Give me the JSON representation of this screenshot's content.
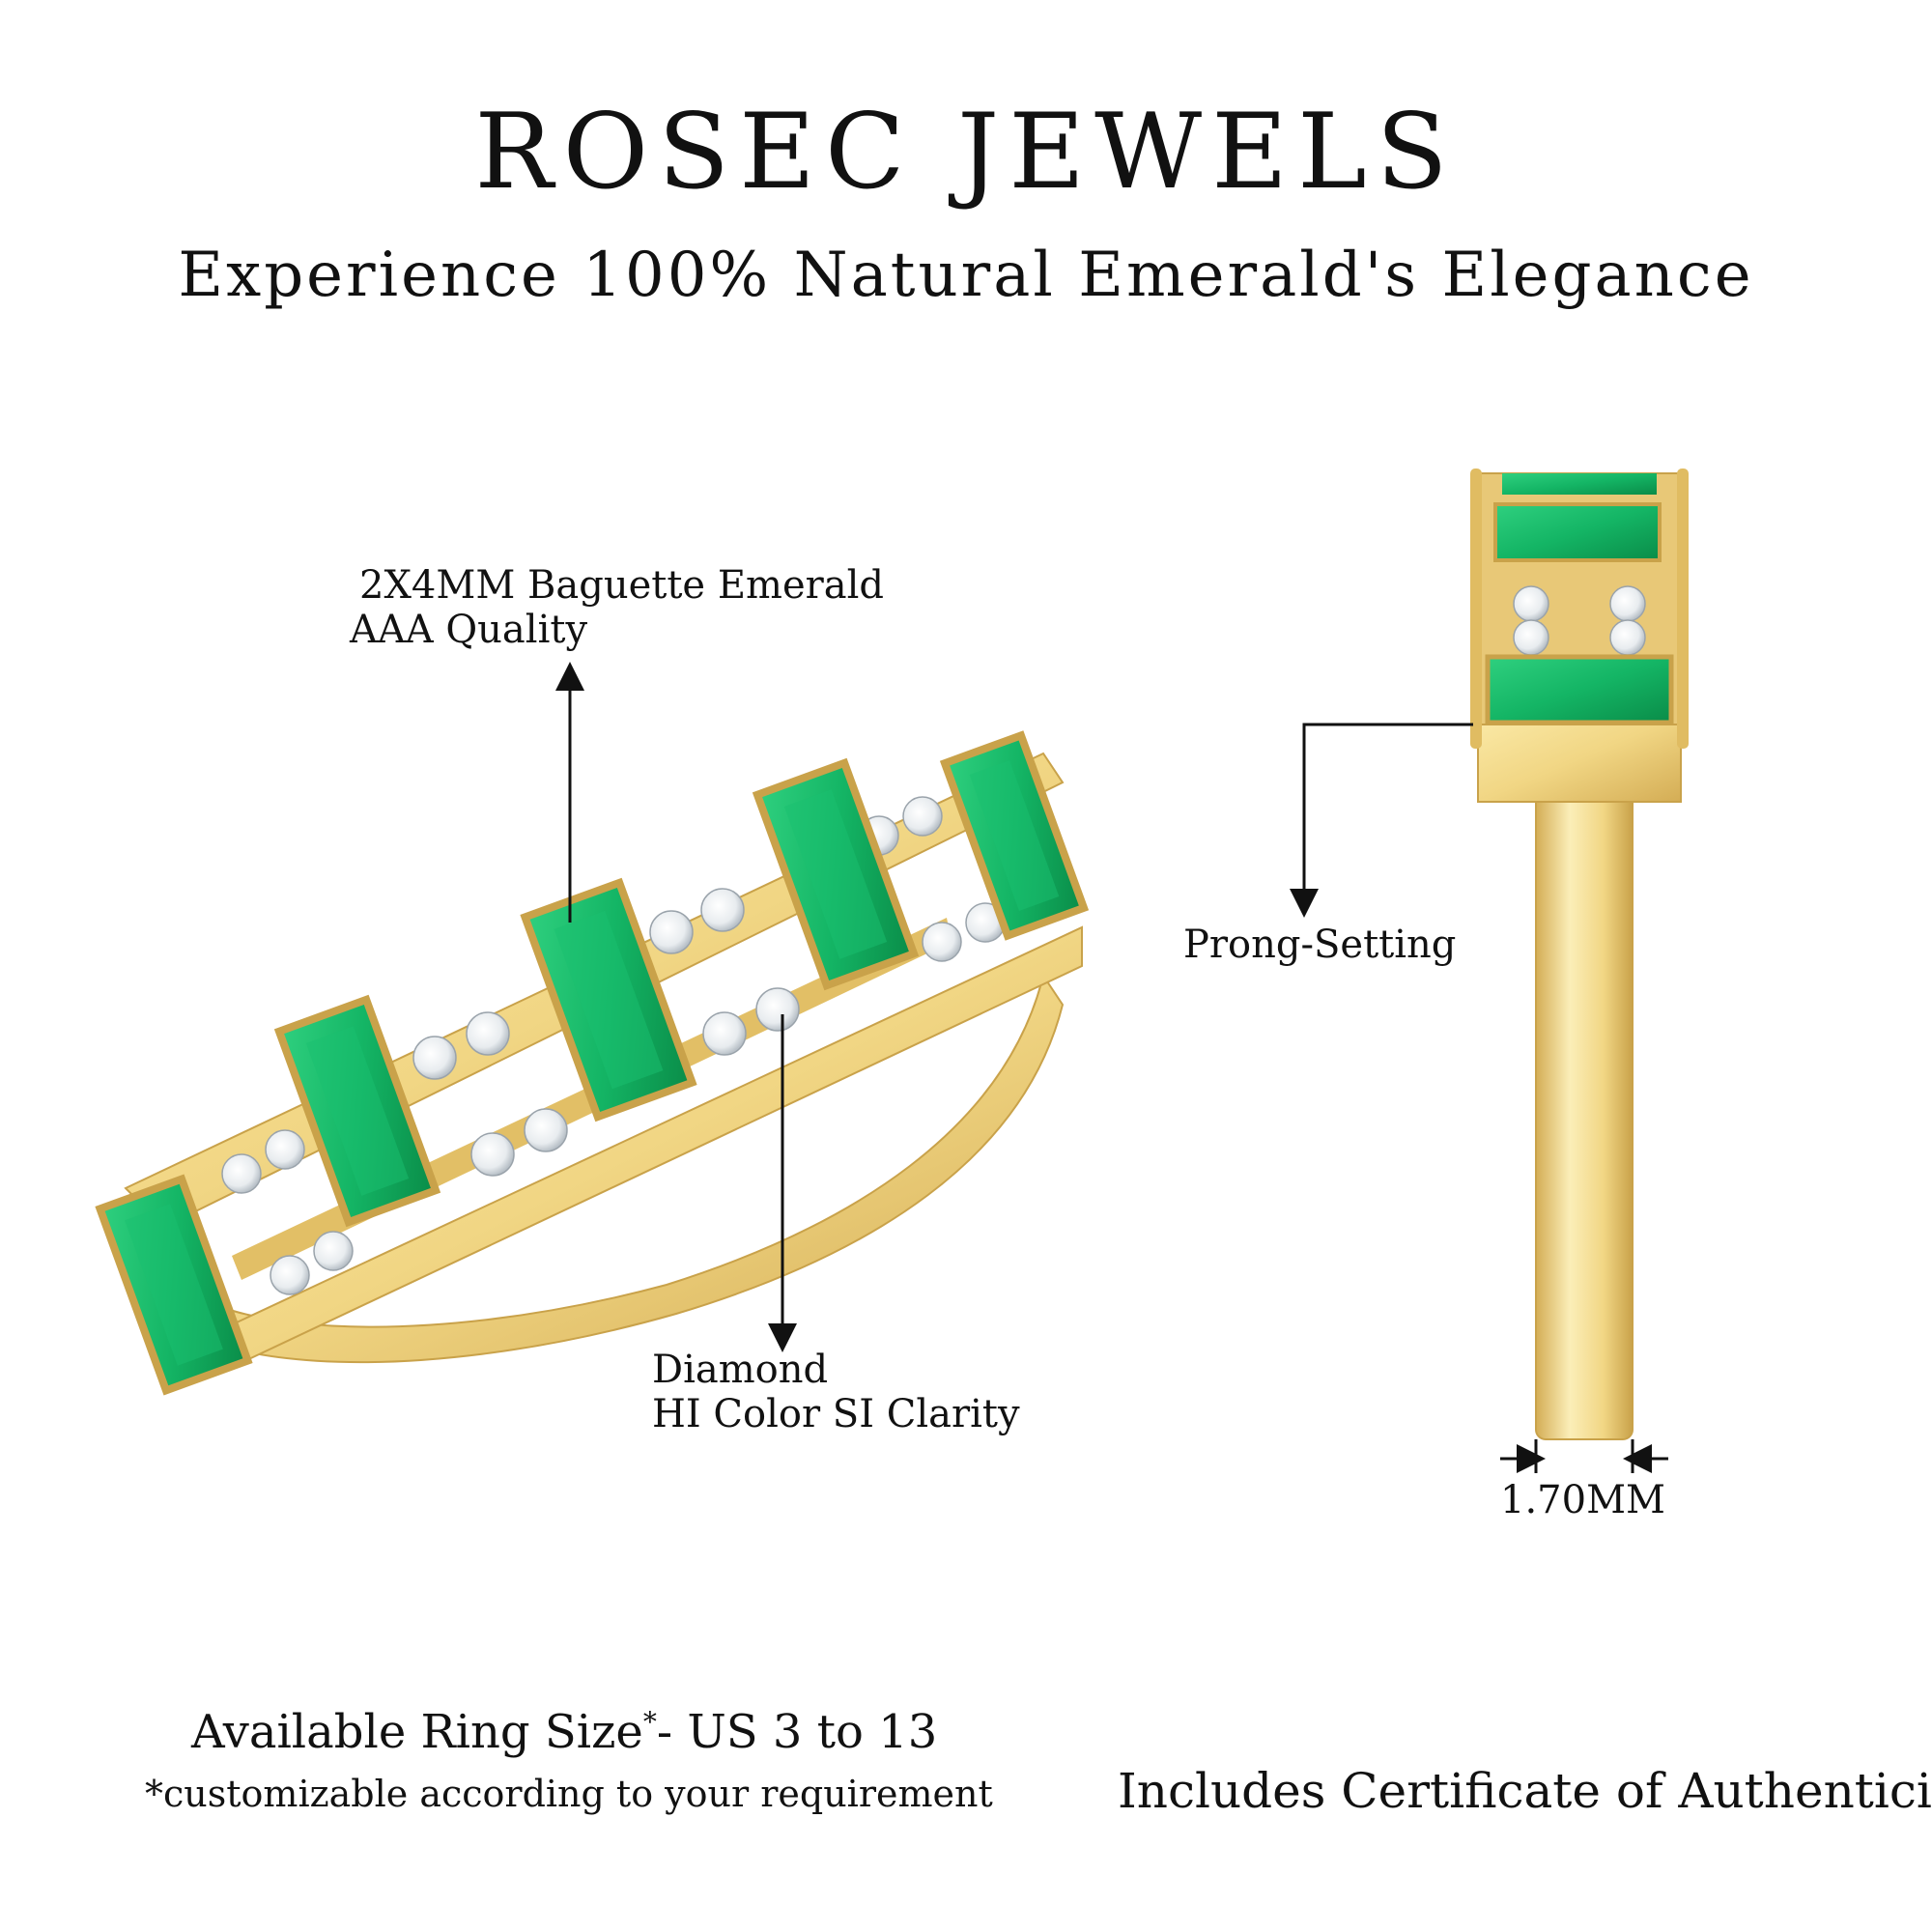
{
  "header": {
    "brand": "ROSEC JEWELS",
    "tagline": "Experience 100% Natural Emerald's Elegance"
  },
  "callouts": {
    "emerald_line1": "2X4MM Baguette Emerald",
    "emerald_line2": "AAA Quality",
    "diamond_line1": "Diamond",
    "diamond_line2": "HI Color SI Clarity",
    "prong": "Prong-Setting",
    "band_width": "1.70MM"
  },
  "footer": {
    "ring_size_prefix": "Available Ring Size",
    "ring_size_mark": "*",
    "ring_size_suffix": "- US 3 to 13",
    "ring_size_note": "*customizable according to your requirement",
    "certificate": "Includes Certificate of Authenticity"
  },
  "colors": {
    "gold": "#f1d684",
    "gold_dark": "#c9a24a",
    "emerald": "#14b565",
    "emerald_dark": "#0a8c48",
    "diamond": "#f4f6f8"
  }
}
